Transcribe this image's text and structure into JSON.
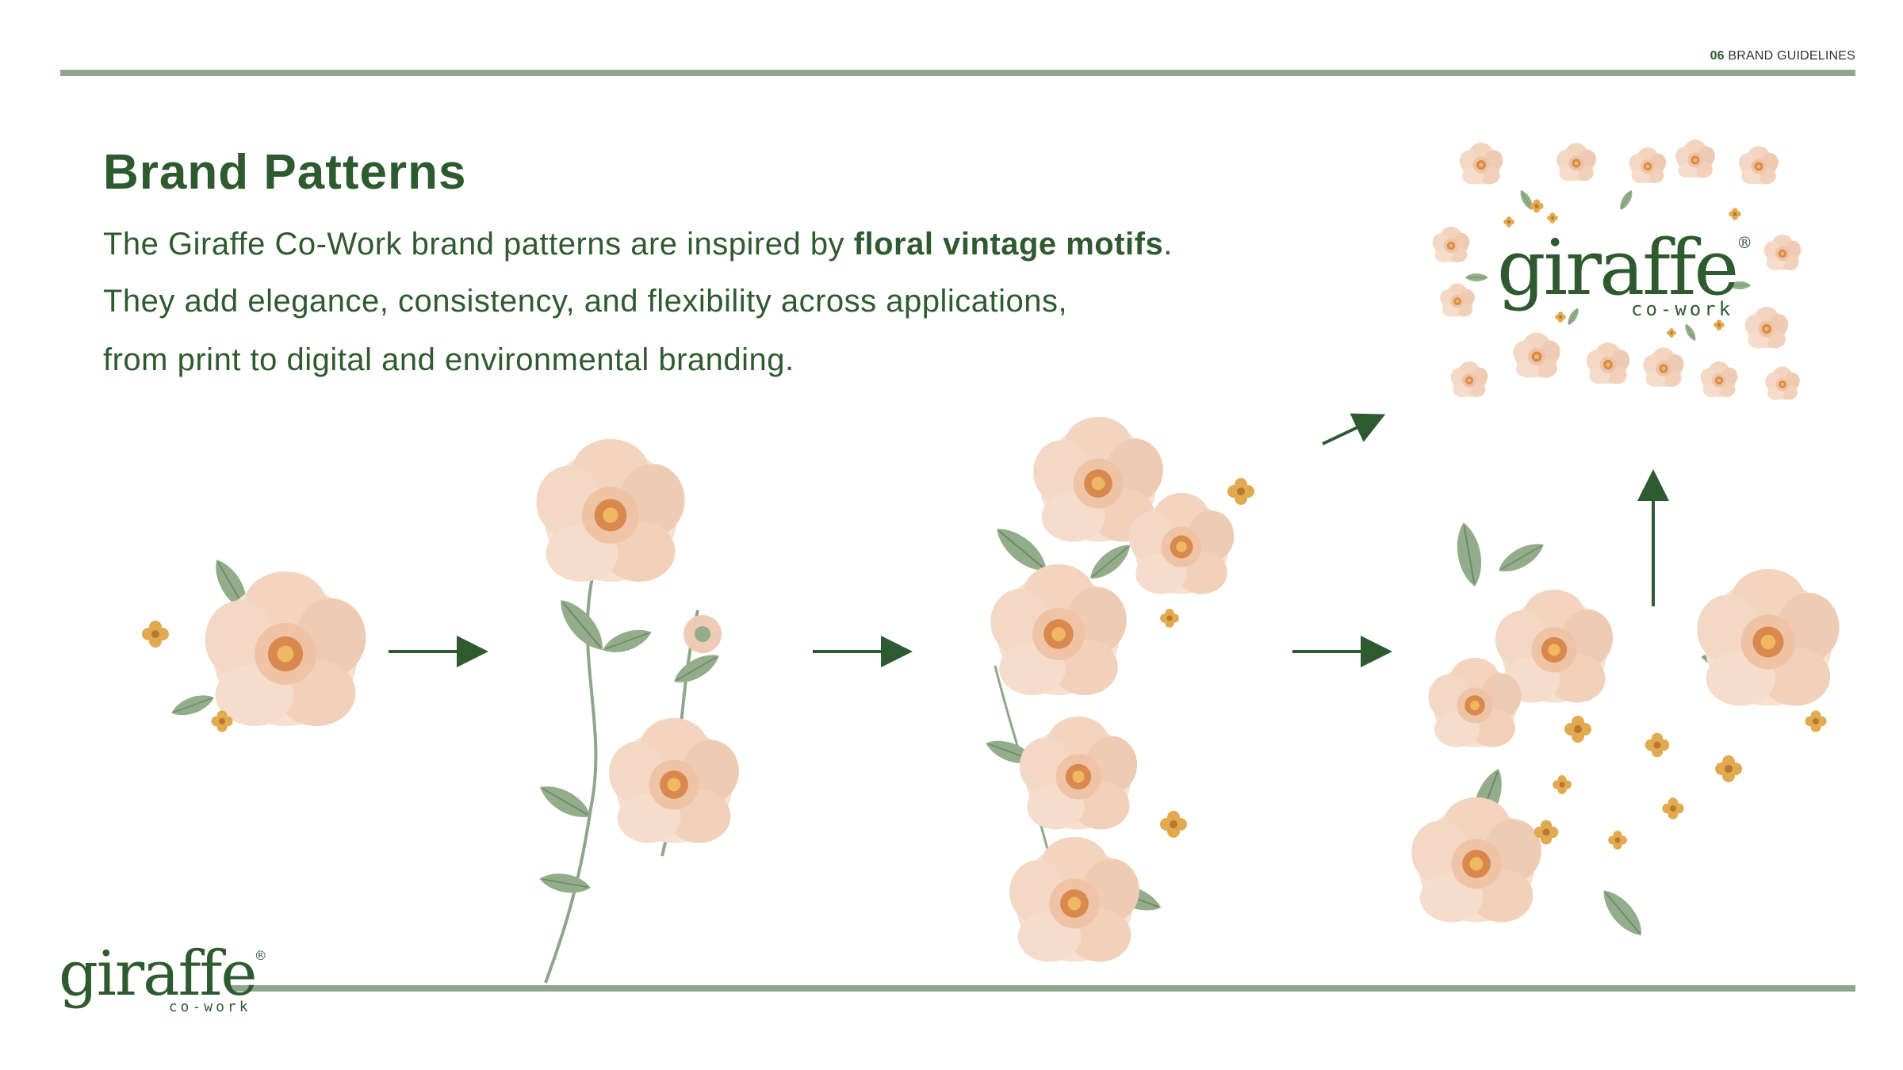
{
  "header": {
    "page_number": "06",
    "section": "BRAND GUIDELINES"
  },
  "title": "Brand Patterns",
  "body": {
    "line1_pre": "The Giraffe Co-Work brand patterns are inspired by ",
    "line1_strong": "floral vintage motifs",
    "line1_post": ".",
    "line2": "They add elegance, consistency, and flexibility across applications,",
    "line3": "from print to digital and environmental branding."
  },
  "logo": {
    "word": "giraffe",
    "sub": "co-work",
    "reg": "®"
  },
  "colors": {
    "brand_green": "#2e5a2f",
    "rule_sage": "#8fa58c",
    "petal_peach": "#f3d2bd",
    "flower_center": "#d9894e",
    "leaf_green": "#93ad8a",
    "accent_gold": "#e2aa50"
  },
  "icons": [
    "arrow-right-icon",
    "arrow-up-right-icon",
    "arrow-up-icon",
    "peony-flower-icon",
    "leaf-icon",
    "small-blossom-icon"
  ]
}
